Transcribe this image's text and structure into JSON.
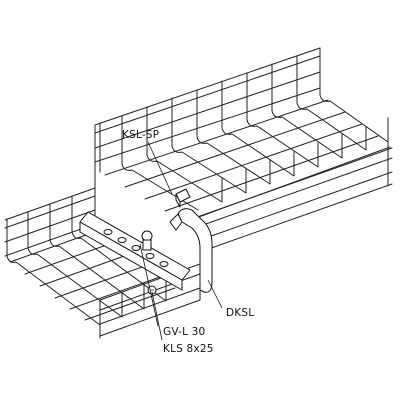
{
  "labels": {
    "ksl_sp": "KSL-SP",
    "dksl": "DKSL",
    "gv_l": "GV-L 30",
    "kls": "KLS 8x25"
  }
}
